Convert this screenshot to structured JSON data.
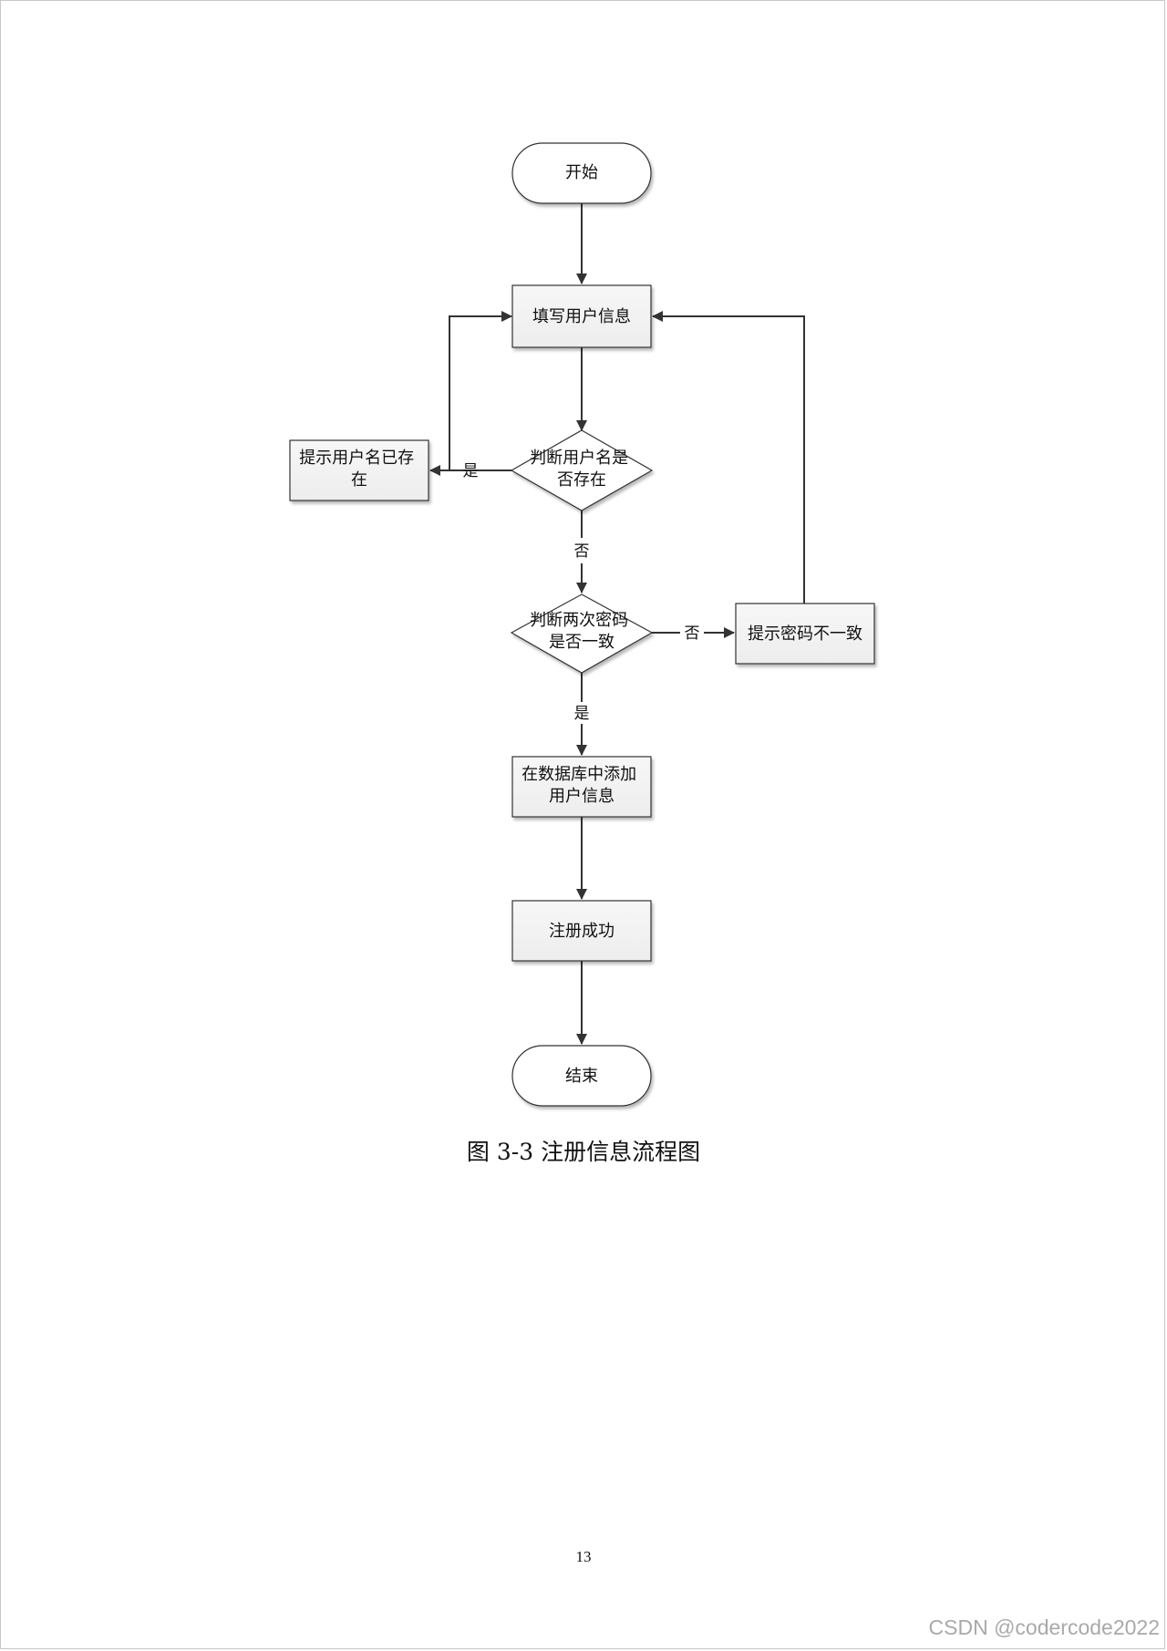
{
  "diagram": {
    "nodes": {
      "start": "开始",
      "fill_info": "填写用户信息",
      "check_username": [
        "判断用户名是",
        "否存在"
      ],
      "username_exists": [
        "提示用户名已存",
        "在"
      ],
      "check_password": [
        "判断两次密码",
        "是否一致"
      ],
      "password_mismatch": "提示密码不一致",
      "add_to_db": [
        "在数据库中添加",
        "用户信息"
      ],
      "register_success": "注册成功",
      "end": "结束"
    },
    "edge_labels": {
      "username_yes": "是",
      "username_no": "否",
      "password_no": "否",
      "password_yes": "是"
    }
  },
  "caption": "图 3-3 注册信息流程图",
  "page_number": "13",
  "watermark": "CSDN @codercode2022"
}
